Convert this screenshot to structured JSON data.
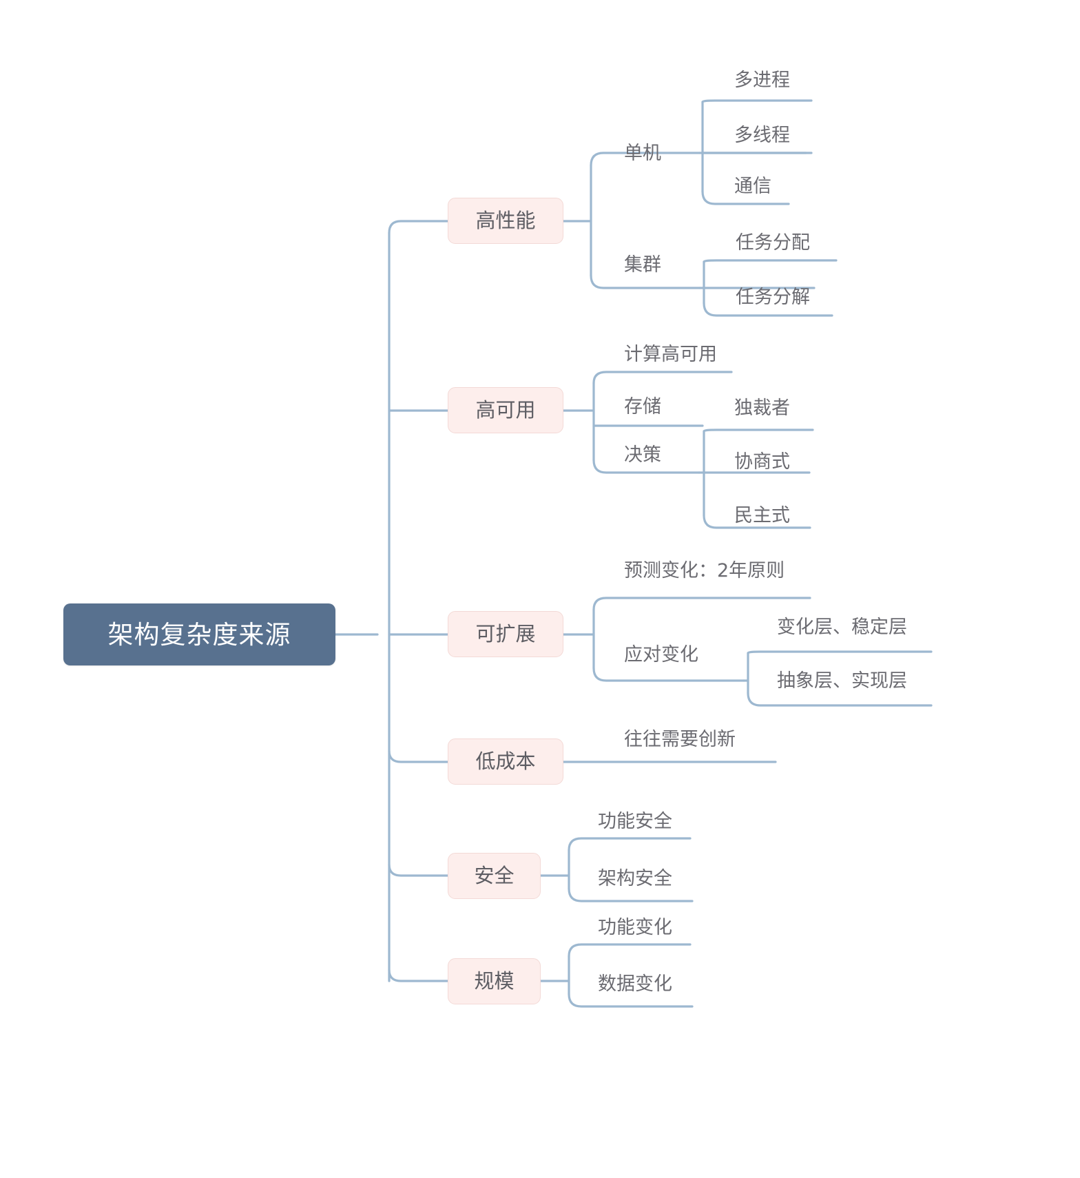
{
  "diagram": {
    "title": "架构复杂度来源",
    "type": "mind-map",
    "colors": {
      "root_fill": "#58718f",
      "root_text": "#ffffff",
      "branch_fill": "#fdeeec",
      "branch_border": "#f3d9d6",
      "branch_text": "#5d5d63",
      "leaf_text": "#6b6b71",
      "connector": "#9db8d0",
      "background": "#ffffff"
    },
    "root": {
      "label": "架构复杂度来源"
    },
    "branches": [
      {
        "label": "高性能",
        "children": [
          {
            "label": "单机",
            "children": [
              {
                "label": "多进程"
              },
              {
                "label": "多线程"
              },
              {
                "label": "通信"
              }
            ]
          },
          {
            "label": "集群",
            "children": [
              {
                "label": "任务分配"
              },
              {
                "label": "任务分解"
              }
            ]
          }
        ]
      },
      {
        "label": "高可用",
        "children": [
          {
            "label": "计算高可用",
            "children": []
          },
          {
            "label": "存储",
            "children": []
          },
          {
            "label": "决策",
            "children": [
              {
                "label": "独裁者"
              },
              {
                "label": "协商式"
              },
              {
                "label": "民主式"
              }
            ]
          }
        ]
      },
      {
        "label": "可扩展",
        "children": [
          {
            "label": "预测变化：2年原则",
            "children": []
          },
          {
            "label": "应对变化",
            "children": [
              {
                "label": "变化层、稳定层"
              },
              {
                "label": "抽象层、实现层"
              }
            ]
          }
        ]
      },
      {
        "label": "低成本",
        "children": [
          {
            "label": "往往需要创新",
            "children": []
          }
        ]
      },
      {
        "label": "安全",
        "children": [
          {
            "label": "功能安全",
            "children": []
          },
          {
            "label": "架构安全",
            "children": []
          }
        ]
      },
      {
        "label": "规模",
        "children": [
          {
            "label": "功能变化",
            "children": []
          },
          {
            "label": "数据变化",
            "children": []
          }
        ]
      }
    ]
  }
}
